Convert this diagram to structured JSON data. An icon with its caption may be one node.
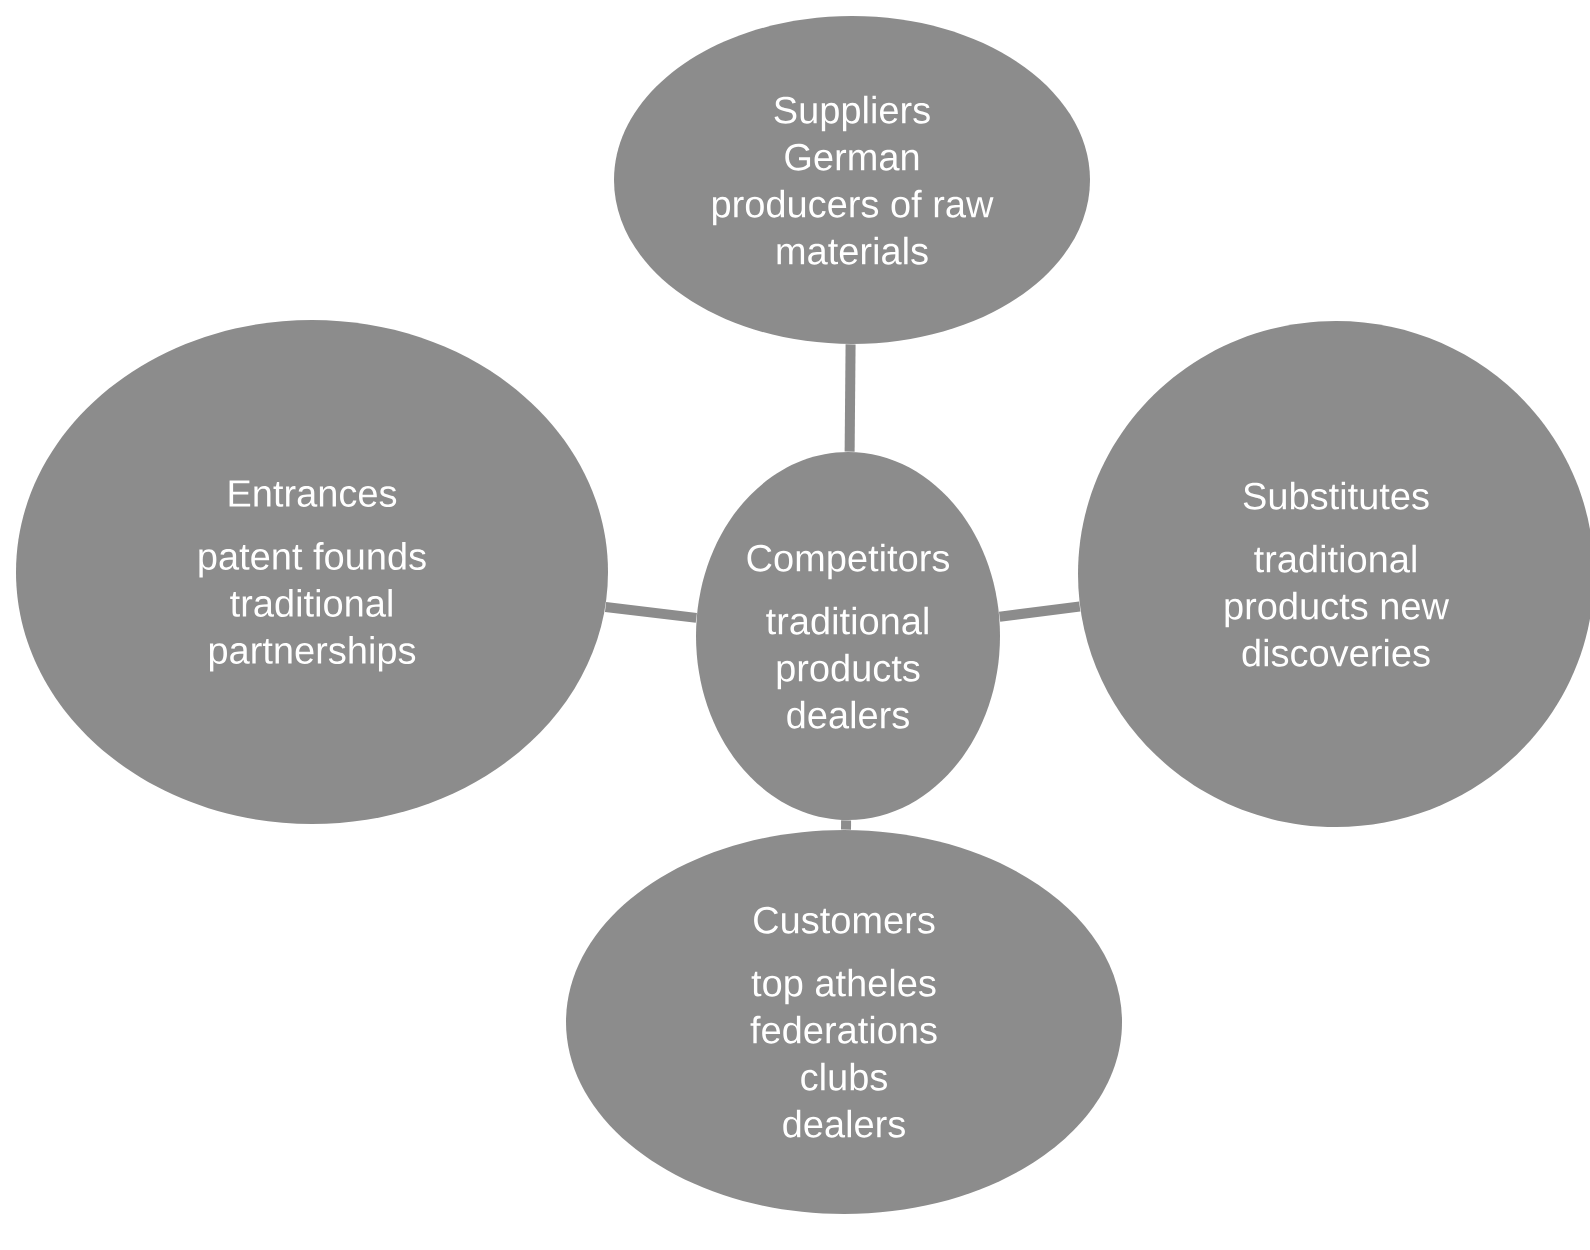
{
  "diagram": {
    "nodes": [
      {
        "text": [
          "Suppliers",
          "German producers of raw materials"
        ]
      },
      {
        "text": [
          "Entrances",
          "patent founds traditional partnerships"
        ]
      },
      {
        "text": [
          "Competitors",
          "traditional products dealers"
        ]
      },
      {
        "text": [
          "Substitutes",
          "traditional products new discoveries"
        ]
      },
      {
        "text": [
          "Customers",
          "top atheles federations clubs dealers"
        ]
      }
    ],
    "edges": [
      {
        "from": 2,
        "to": 0,
        "arrow": "none"
      },
      {
        "from": 2,
        "to": 1,
        "arrow": "none"
      },
      {
        "from": 2,
        "to": 3,
        "arrow": "none"
      },
      {
        "from": 2,
        "to": 4,
        "arrow": "none"
      }
    ]
  }
}
